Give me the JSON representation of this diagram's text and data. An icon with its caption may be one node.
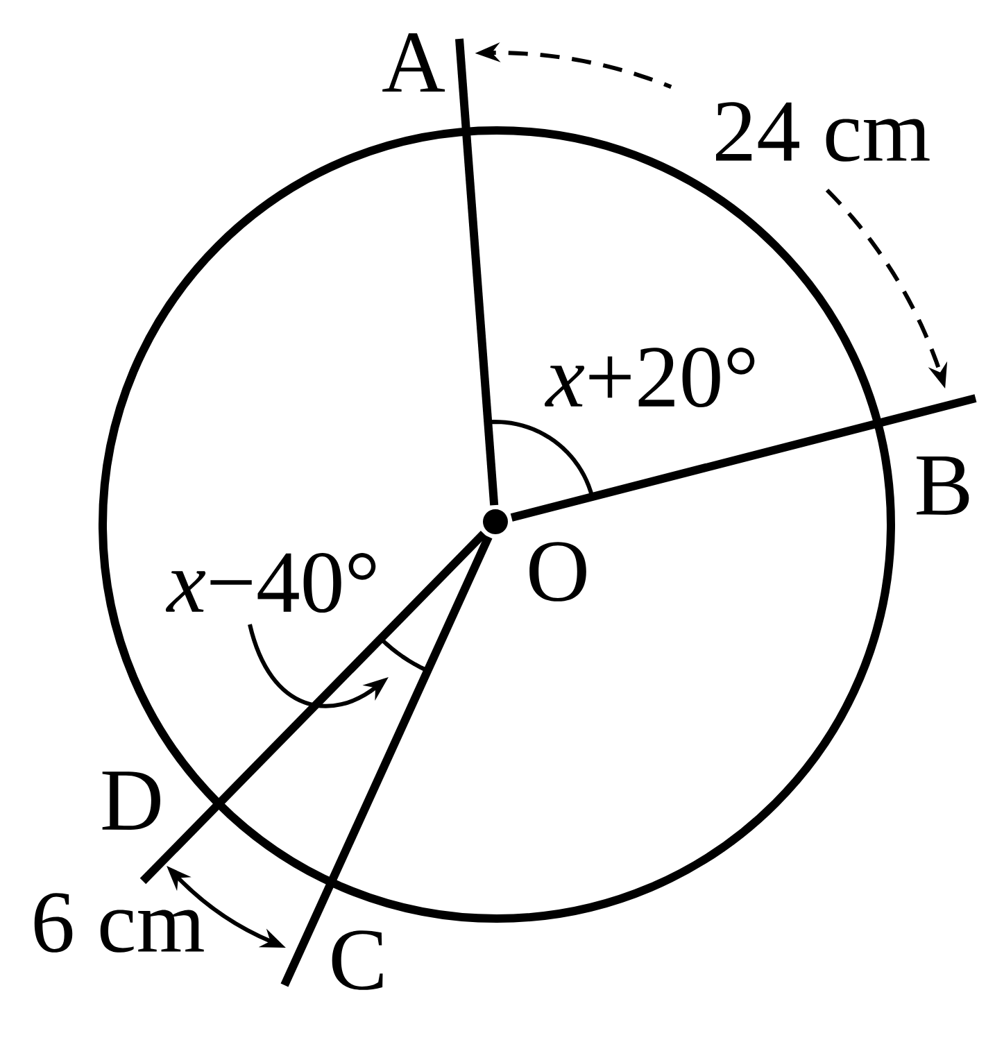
{
  "diagram": {
    "nodes": [
      {
        "text": [],
        "shape": "circle",
        "beside": [
          "O"
        ]
      },
      {
        "text": [
          "A"
        ]
      },
      {
        "text": [
          "B"
        ]
      },
      {
        "text": [
          "C"
        ]
      },
      {
        "text": [
          "D"
        ]
      }
    ],
    "edges": [
      {
        "from": 0,
        "to": 1,
        "arrow": "none"
      },
      {
        "from": 0,
        "to": 2,
        "arrow": "none"
      },
      {
        "from": 0,
        "to": 3,
        "arrow": "none"
      },
      {
        "from": 0,
        "to": 4,
        "arrow": "none"
      }
    ],
    "labels": [
      "24 cm",
      "*x*+20°",
      "*x*−40°",
      "6 cm"
    ]
  }
}
